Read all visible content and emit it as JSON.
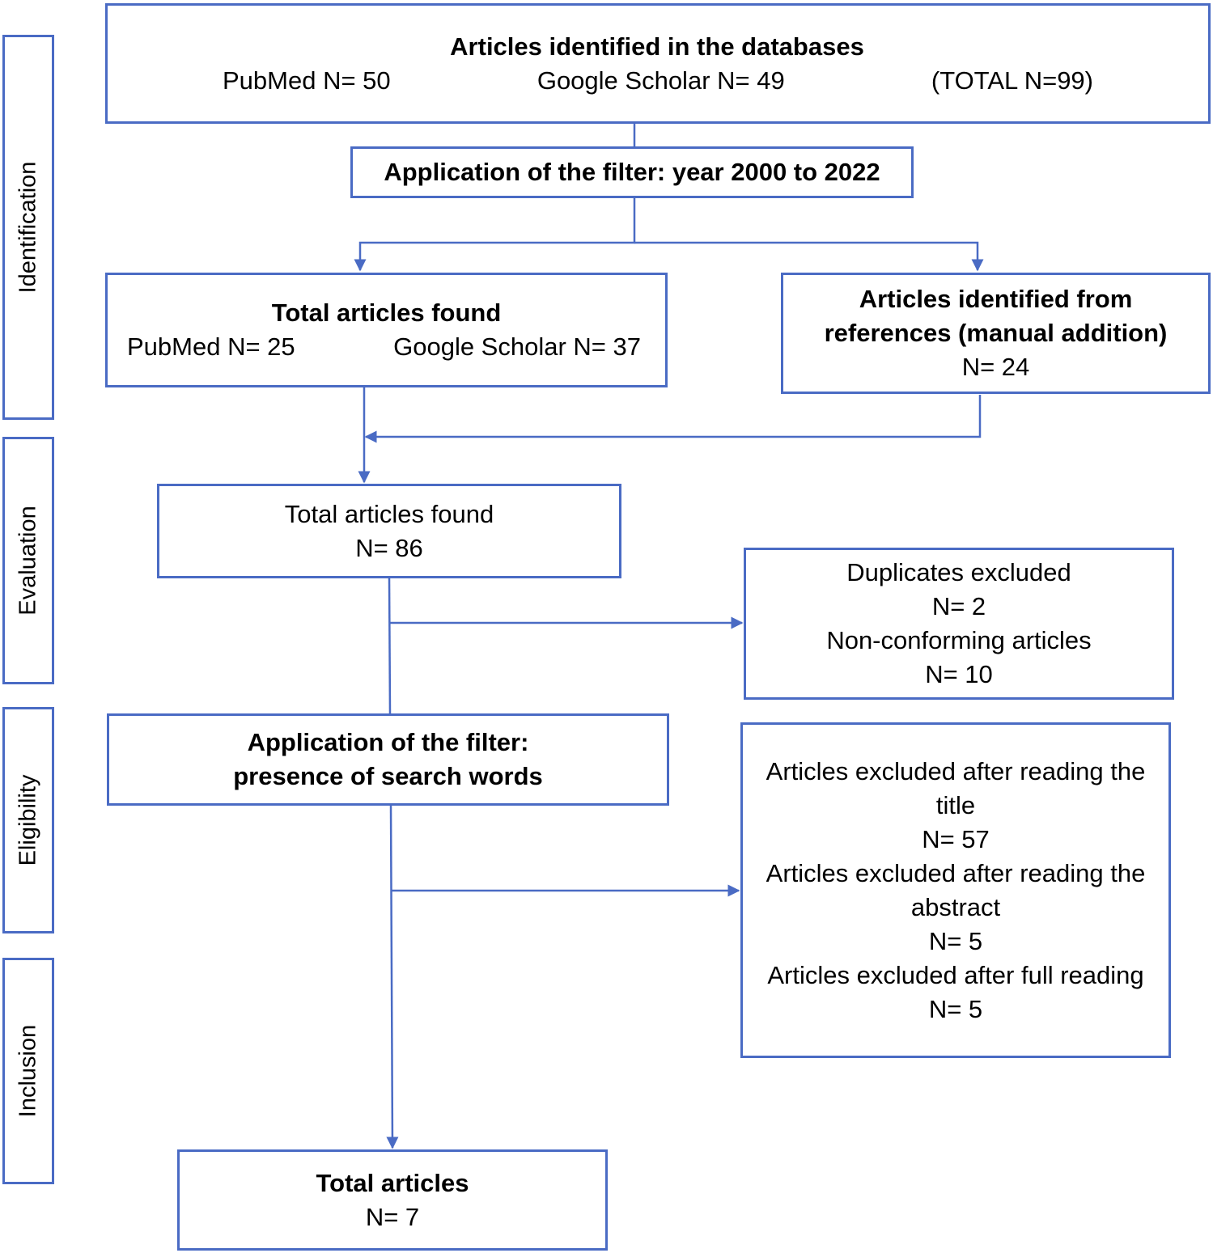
{
  "phases": {
    "identification": "Identification",
    "evaluation": "Evaluation",
    "eligibility": "Eligibility",
    "inclusion": "Inclusion"
  },
  "databases": {
    "title": "Articles identified in the databases",
    "pubmed": "PubMed N= 50",
    "scholar": "Google Scholar N= 49",
    "total": "(TOTAL N=99)"
  },
  "year_filter": {
    "label": "Application of the filter: year 2000 to 2022"
  },
  "found": {
    "title": "Total articles found",
    "pubmed": "PubMed N= 25",
    "scholar": "Google Scholar N= 37"
  },
  "references": {
    "line1": "Articles identified from",
    "line2": "references (manual addition)",
    "n": "N= 24"
  },
  "total_found": {
    "title": "Total articles found",
    "n": "N= 86"
  },
  "duplicates": {
    "dup_label": "Duplicates excluded",
    "dup_n": "N= 2",
    "nonconf_label": "Non-conforming articles",
    "nonconf_n": "N= 10"
  },
  "search_filter": {
    "line1": "Application of the filter:",
    "line2": "presence of search words"
  },
  "excluded": {
    "title_l1": "Articles excluded after reading the",
    "title_l2": "title",
    "title_n": "N= 57",
    "abstract_l1": "Articles excluded after reading the",
    "abstract_l2": "abstract",
    "abstract_n": "N= 5",
    "full_l1": "Articles excluded after full reading",
    "full_n": "N= 5"
  },
  "final": {
    "title": "Total articles",
    "n": "N= 7"
  },
  "colors": {
    "stroke": "#4a6bc4",
    "text": "#000000",
    "background": "#ffffff"
  }
}
